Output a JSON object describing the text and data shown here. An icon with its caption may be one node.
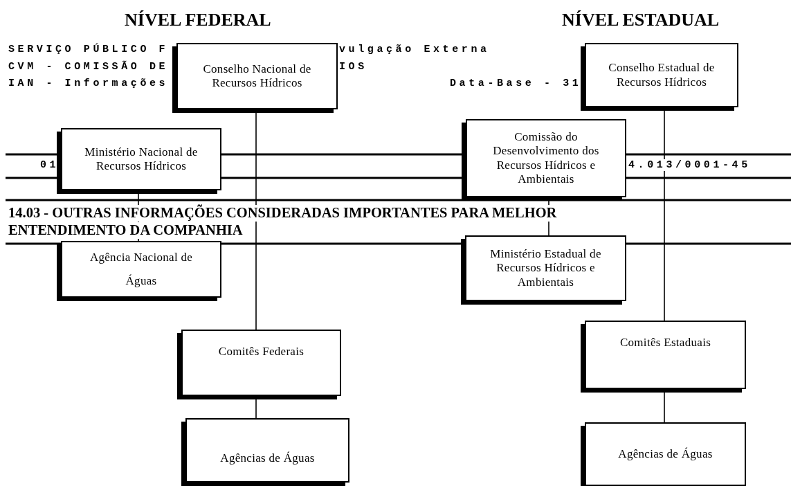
{
  "diagram": {
    "nodes": [
      {
        "text": [
          "Conselho Nacional de Recursos Hídricos"
        ]
      },
      {
        "text": [
          "Ministério Nacional de Recursos Hídricos"
        ]
      },
      {
        "text": [
          "Agência Nacional de Águas"
        ]
      },
      {
        "text": [
          "Comitês Federais"
        ]
      },
      {
        "text": [
          "Agências de Águas"
        ]
      },
      {
        "text": [
          "Conselho Estadual de Recursos Hídricos"
        ]
      },
      {
        "text": [
          "Comissão do Desenvolvimento dos Recursos Hídricos e Ambientais"
        ]
      },
      {
        "text": [
          "Ministério Estadual de Recursos Hídricos e Ambientais"
        ]
      },
      {
        "text": [
          "Comitês Estaduais"
        ]
      },
      {
        "text": [
          "Agências de Águas"
        ]
      }
    ],
    "edges": [
      {
        "from": 0,
        "to": 3,
        "arrow": "none"
      },
      {
        "from": 3,
        "to": 4,
        "arrow": "none"
      },
      {
        "from": 1,
        "to": 2,
        "arrow": "none"
      },
      {
        "from": 5,
        "to": 8,
        "arrow": "none"
      },
      {
        "from": 8,
        "to": 9,
        "arrow": "none"
      },
      {
        "from": 6,
        "to": 7,
        "arrow": "none"
      }
    ],
    "labels": [
      "NÍVEL FEDERAL",
      "NÍVEL ESTADUAL",
      "SERVIÇO PÚBLICO F",
      "vulgação Externa",
      "CVM - COMISSÃO DE",
      "IOS",
      "IAN - Informações",
      "Data-Base - 31",
      "01",
      "4.013/0001-45",
      "14.03 - OUTRAS INFORMAÇÕES CONSIDERADAS IMPORTANTES PARA MELHOR",
      "ENTENDIMENTO DA COMPANHIA"
    ]
  }
}
